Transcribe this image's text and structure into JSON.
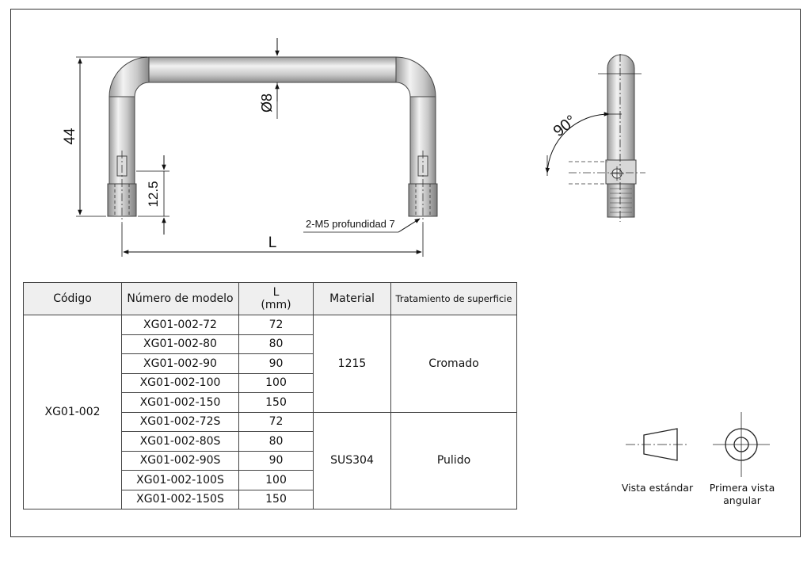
{
  "drawing": {
    "dim_height": "44",
    "dim_diameter": "Ø8",
    "dim_thread_depth": "12.5",
    "dim_length": "L",
    "thread_note": "2-M5 profundidad 7",
    "angle": "90°"
  },
  "table": {
    "headers": {
      "code": "Código",
      "model": "Número de modelo",
      "length_l": "L",
      "length_unit": "(mm)",
      "material": "Material",
      "surface": "Tratamiento de superficie"
    },
    "code": "XG01-002",
    "groups": [
      {
        "material": "1215",
        "surface": "Cromado",
        "rows": [
          {
            "model": "XG01-002-72",
            "length": "72"
          },
          {
            "model": "XG01-002-80",
            "length": "80"
          },
          {
            "model": "XG01-002-90",
            "length": "90"
          },
          {
            "model": "XG01-002-100",
            "length": "100"
          },
          {
            "model": "XG01-002-150",
            "length": "150"
          }
        ]
      },
      {
        "material": "SUS304",
        "surface": "Pulido",
        "rows": [
          {
            "model": "XG01-002-72S",
            "length": "72"
          },
          {
            "model": "XG01-002-80S",
            "length": "80"
          },
          {
            "model": "XG01-002-90S",
            "length": "90"
          },
          {
            "model": "XG01-002-100S",
            "length": "100"
          },
          {
            "model": "XG01-002-150S",
            "length": "150"
          }
        ]
      }
    ]
  },
  "projection": {
    "standard_label": "Vista estándar",
    "angular_label_line1": "Primera vista",
    "angular_label_line2": "angular"
  }
}
